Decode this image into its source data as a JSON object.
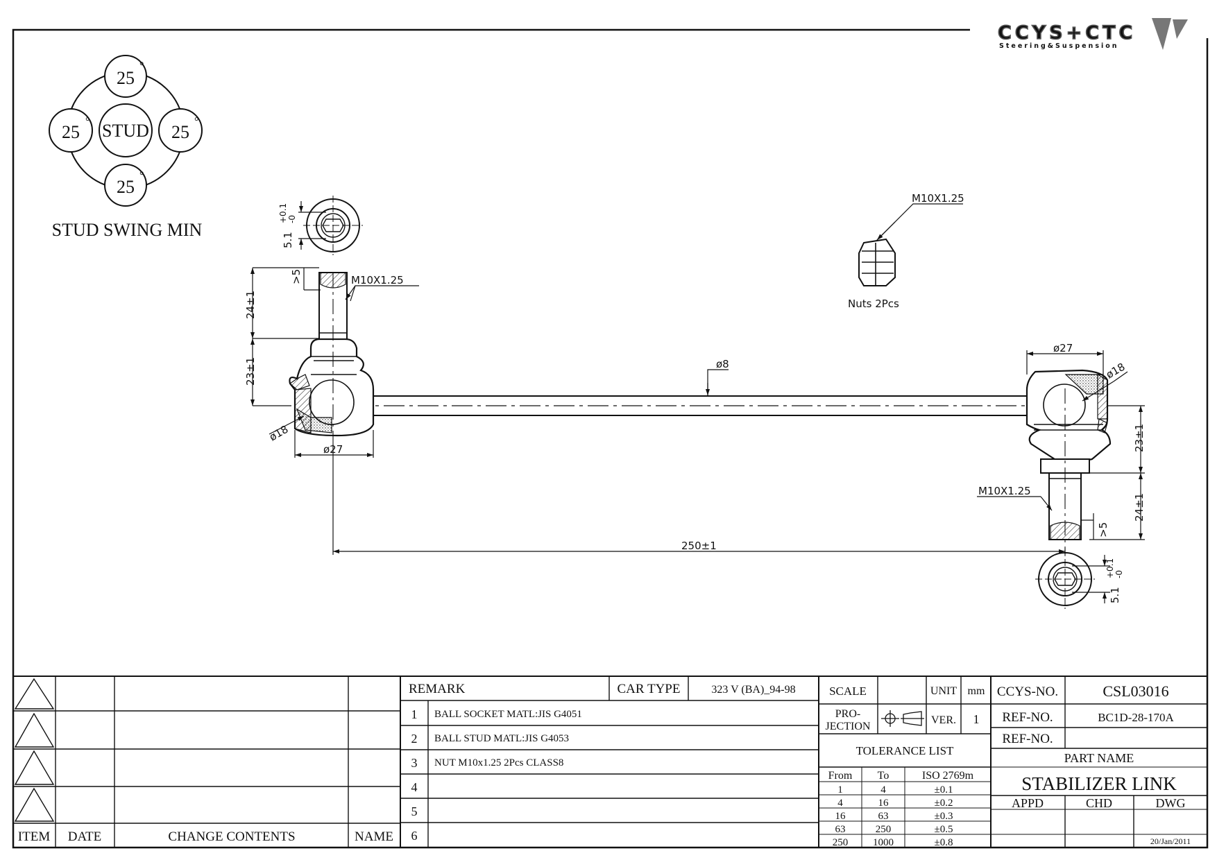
{
  "logo": {
    "brand": "CCYS+CTC",
    "tagline": "Steering&Suspension"
  },
  "swing": {
    "center": "STUD",
    "angles": [
      "25",
      "25",
      "25",
      "25"
    ],
    "degree": "°",
    "caption": "STUD SWING MIN"
  },
  "dims": {
    "thread_top": "M10X1.25",
    "thread_bottom": "M10X1.25",
    "thread_nut": "M10X1.25",
    "nut_note": "Nuts 2Pcs",
    "rod_dia": "ø8",
    "ball_left": "ø18",
    "ball_right": "ø18",
    "socket_left": "ø27",
    "socket_right": "ø27",
    "len_main": "250±1",
    "stud_len_left": "24±1",
    "stud_len_right": "24±1",
    "height_left": "23±1",
    "height_right": "23±1",
    "gt5_left": ">5",
    "gt5_right": ">5",
    "hex_left": "5.1",
    "hex_right": "5.1",
    "tol_plus": "+0.1",
    "tol_minus": "-0"
  },
  "revision": {
    "headers": {
      "item": "ITEM",
      "date": "DATE",
      "contents": "CHANGE CONTENTS",
      "name": "NAME"
    }
  },
  "remarks": {
    "label": "REMARK",
    "car_type_label": "CAR TYPE",
    "car_type": "323 V (BA)_94-98",
    "rows": [
      {
        "no": "1",
        "text": "BALL SOCKET MATL:JIS G4051"
      },
      {
        "no": "2",
        "text": "BALL STUD MATL:JIS G4053"
      },
      {
        "no": "3",
        "text": "NUT M10x1.25 2Pcs CLASS8"
      },
      {
        "no": "4",
        "text": ""
      },
      {
        "no": "5",
        "text": ""
      },
      {
        "no": "6",
        "text": ""
      }
    ]
  },
  "spec": {
    "scale_label": "SCALE",
    "scale": "",
    "unit_label": "UNIT",
    "unit": "mm",
    "proj_a": "PRO-",
    "proj_b": "JECTION",
    "ver_label": "VER.",
    "ver": "1",
    "tol_title": "TOLERANCE LIST",
    "tol_headers": {
      "from": "From",
      "to": "To",
      "std": "ISO 2769m"
    },
    "tol_rows": [
      {
        "from": "1",
        "to": "4",
        "tol": "±0.1"
      },
      {
        "from": "4",
        "to": "16",
        "tol": "±0.2"
      },
      {
        "from": "16",
        "to": "63",
        "tol": "±0.3"
      },
      {
        "from": "63",
        "to": "250",
        "tol": "±0.5"
      },
      {
        "from": "250",
        "to": "1000",
        "tol": "±0.8"
      }
    ]
  },
  "title_block": {
    "ccys_label": "CCYS-NO.",
    "ccys_no": "CSL03016",
    "ref_label_1": "REF-NO.",
    "ref_no_1": "BC1D-28-170A",
    "ref_label_2": "REF-NO.",
    "ref_no_2": "",
    "part_name_label": "PART NAME",
    "part_name": "STABILIZER LINK",
    "appd": "APPD",
    "chd": "CHD",
    "dwg": "DWG",
    "date": "20/Jan/2011"
  }
}
